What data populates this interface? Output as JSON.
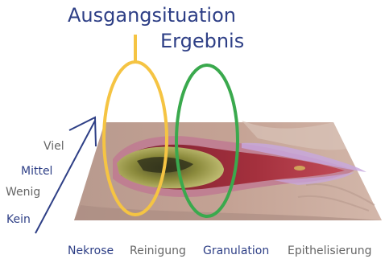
{
  "title": {
    "line1": "Ausgangsituation",
    "line2": "Ergebnis"
  },
  "levels": {
    "viel": "Viel",
    "mittel": "Mittel",
    "wenig": "Wenig",
    "kein": "Kein"
  },
  "phases": {
    "nekrose": "Nekrose",
    "reinigung": "Reinigung",
    "granulation": "Granulation",
    "epithelisierung": "Epithelisierung"
  },
  "colors": {
    "text_primary": "#2e3f86",
    "text_secondary": "#666666",
    "marker_start": "#f5c443",
    "marker_result": "#3aa94d",
    "arrow": "#2e3f86"
  }
}
